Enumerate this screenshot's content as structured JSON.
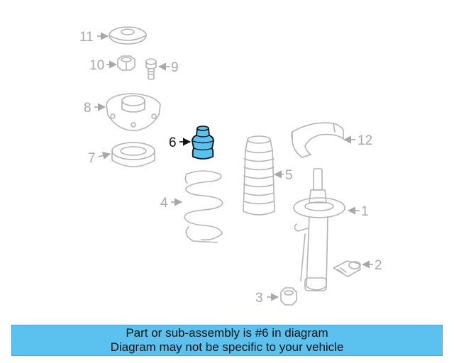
{
  "callouts": {
    "c1": "1",
    "c2": "2",
    "c3": "3",
    "c4": "4",
    "c5": "5",
    "c6": "6",
    "c7": "7",
    "c8": "8",
    "c9": "9",
    "c10": "10",
    "c11": "11",
    "c12": "12"
  },
  "highlight": {
    "part": "6",
    "color": "#5bc2f0"
  },
  "banner": {
    "line1": "Part or sub-assembly is #6 in diagram",
    "line2": "Diagram may not be specific to your vehicle",
    "color": "#5bc2f0"
  }
}
